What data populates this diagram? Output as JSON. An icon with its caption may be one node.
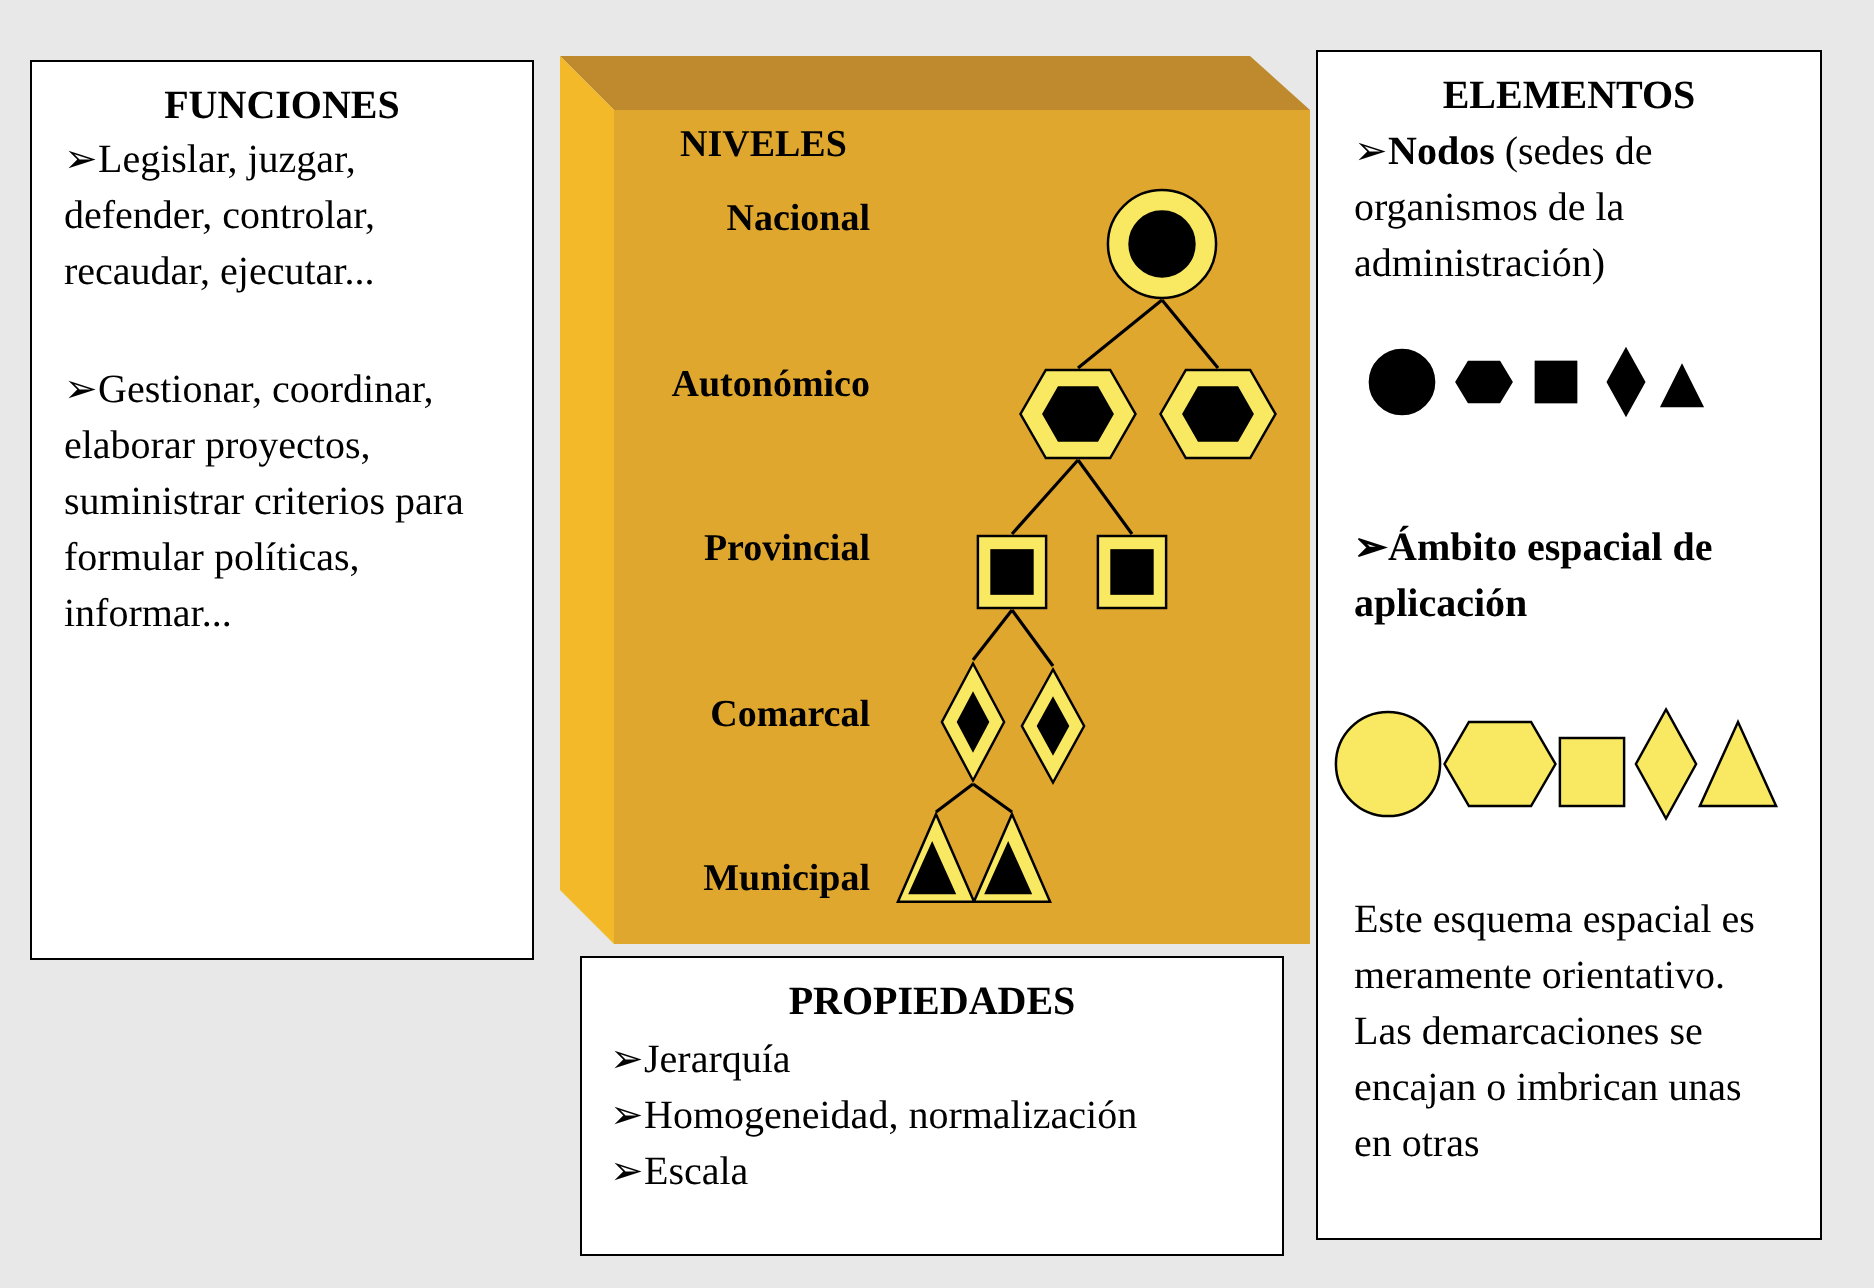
{
  "diagram": {
    "nodes": [
      {
        "text": [
          "FUNCIONES",
          "➢Legislar, juzgar, defender, controlar, recaudar, ejecutar...",
          "➢Gestionar, coordinar, elaborar proyectos, suministrar criterios para formular políticas, informar..."
        ]
      },
      {
        "text": [
          "NIVELES",
          "Nacional",
          "Autonómico",
          "Provincial",
          "Comarcal",
          "Municipal"
        ]
      },
      {
        "text": [],
        "shape": "circle",
        "in": 1
      },
      {
        "text": [],
        "shape": "hexagon",
        "in": 1
      },
      {
        "text": [],
        "shape": "hexagon",
        "in": 1
      },
      {
        "text": [],
        "shape": "box",
        "in": 1
      },
      {
        "text": [],
        "shape": "box",
        "in": 1
      },
      {
        "text": [],
        "shape": "diamond",
        "in": 1
      },
      {
        "text": [],
        "shape": "diamond",
        "in": 1
      },
      {
        "text": [],
        "shape": "triangle",
        "in": 1
      },
      {
        "text": [],
        "shape": "triangle",
        "in": 1
      },
      {
        "text": [
          "PROPIEDADES",
          "➢Jerarquía",
          "➢Homogeneidad, normalización",
          "➢Escala"
        ]
      },
      {
        "text": [
          "ELEMENTOS",
          "➢**Nodos** (sedes de organismos de la administración)",
          "➢Ámbito espacial de aplicación",
          "Este esquema espacial es meramente orientativo. Las demarcaciones se encajan o imbrican unas en otras"
        ]
      },
      {
        "text": [],
        "shape": "circle",
        "in": 12
      },
      {
        "text": [],
        "shape": "hexagon",
        "in": 12
      },
      {
        "text": [],
        "shape": "box",
        "in": 12
      },
      {
        "text": [],
        "shape": "diamond",
        "in": 12
      },
      {
        "text": [],
        "shape": "triangle",
        "in": 12
      },
      {
        "text": [],
        "shape": "circle",
        "in": 12
      },
      {
        "text": [],
        "shape": "hexagon",
        "in": 12
      },
      {
        "text": [],
        "shape": "box",
        "in": 12
      },
      {
        "text": [],
        "shape": "diamond",
        "in": 12
      },
      {
        "text": [],
        "shape": "triangle",
        "in": 12
      }
    ],
    "edges": [
      {
        "from": 2,
        "to": 3,
        "arrow": "none"
      },
      {
        "from": 2,
        "to": 4,
        "arrow": "none"
      },
      {
        "from": 3,
        "to": 5,
        "arrow": "none"
      },
      {
        "from": 3,
        "to": 6,
        "arrow": "none"
      },
      {
        "from": 5,
        "to": 7,
        "arrow": "none"
      },
      {
        "from": 5,
        "to": 8,
        "arrow": "none"
      },
      {
        "from": 7,
        "to": 9,
        "arrow": "none"
      },
      {
        "from": 7,
        "to": 10,
        "arrow": "none"
      }
    ]
  }
}
